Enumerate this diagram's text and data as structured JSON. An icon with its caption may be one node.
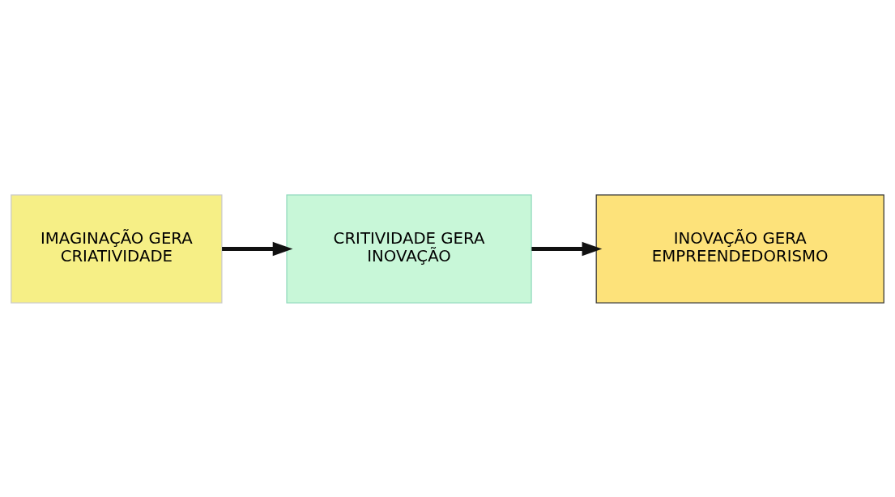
{
  "diagram": {
    "nodes": [
      {
        "text": [
          "IMAGINAÇÃO GERA CRIATIVIDADE"
        ]
      },
      {
        "text": [
          "CRITIVIDADE GERA INOVAÇÃO"
        ]
      },
      {
        "text": [
          "INOVAÇÃO GERA EMPREENDEDORISMO"
        ]
      }
    ],
    "edges": [
      {
        "from": 0,
        "to": 1,
        "arrow": "to"
      },
      {
        "from": 1,
        "to": 2,
        "arrow": "to"
      }
    ]
  }
}
